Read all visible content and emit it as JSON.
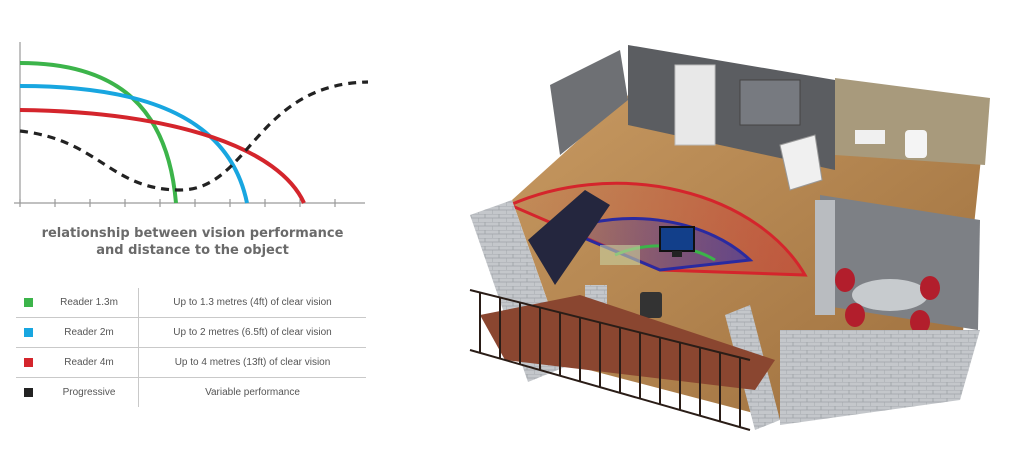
{
  "diagram": {
    "caption_line1": "relationship between vision performance",
    "caption_line2": "and distance to the object"
  },
  "colors": {
    "green": "#3cb44a",
    "blue": "#18a6e0",
    "red": "#d4252c",
    "black": "#222222",
    "axis": "#9a9a9a"
  },
  "legend": [
    {
      "color": "#3cb44a",
      "name": "Reader 1.3m",
      "description": "Up to 1.3 metres (4ft) of clear vision"
    },
    {
      "color": "#18a6e0",
      "name": "Reader 2m",
      "description": "Up to 2 metres (6.5ft) of clear vision"
    },
    {
      "color": "#d4252c",
      "name": "Reader 4m",
      "description": "Up to 4 metres (13ft) of clear vision"
    },
    {
      "color": "#222222",
      "name": "Progressive",
      "description": "Variable performance"
    }
  ]
}
